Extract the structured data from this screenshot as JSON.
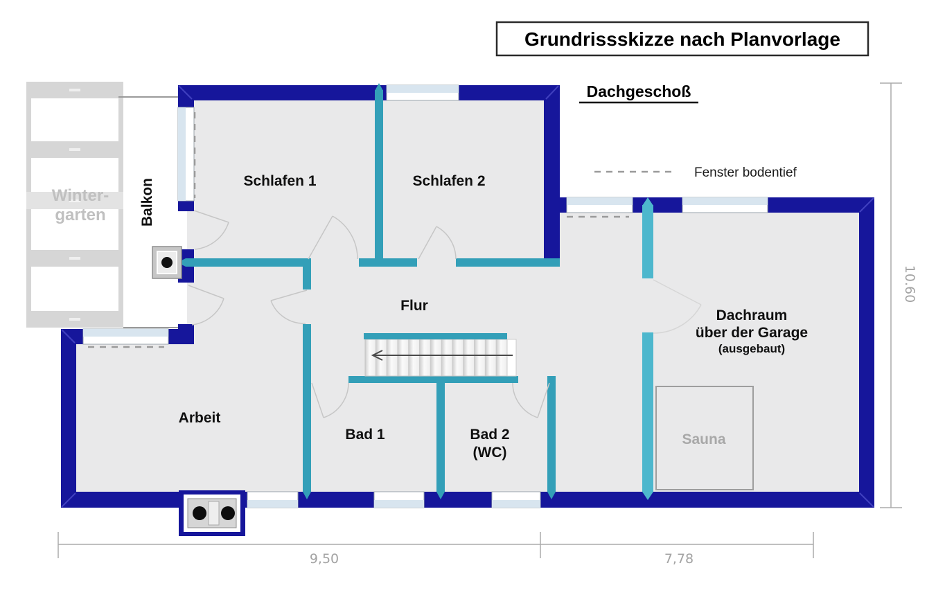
{
  "title": "Grundrissskizze nach Planvorlage",
  "floor_label": "Dachgeschoß",
  "legend": {
    "window_floor_deep": "Fenster bodentief"
  },
  "rooms": {
    "wintergarten_line1": "Winter-",
    "wintergarten_line2": "garten",
    "balkon": "Balkon",
    "schlafen1": "Schlafen 1",
    "schlafen2": "Schlafen 2",
    "flur": "Flur",
    "arbeit": "Arbeit",
    "bad1": "Bad 1",
    "bad2_line1": "Bad 2",
    "bad2_line2": "(WC)",
    "dachraum_line1": "Dachraum",
    "dachraum_line2": "über der Garage",
    "dachraum_line3": "(ausgebaut)",
    "sauna": "Sauna"
  },
  "dimensions": {
    "bottom_left_m": "9,50",
    "bottom_right_m": "7,78",
    "right_m": "10.60"
  },
  "colors": {
    "outer_wall_navy": "#16169b",
    "inner_wall_teal": "#339fb8",
    "inner_wall_teal_light": "#4db7cd",
    "room_fill": "#e9e9ea",
    "window_glass": "#d8e5ef",
    "dimension_gray": "#a3a3a3",
    "muted_structure_gray": "#c0c0c0"
  }
}
